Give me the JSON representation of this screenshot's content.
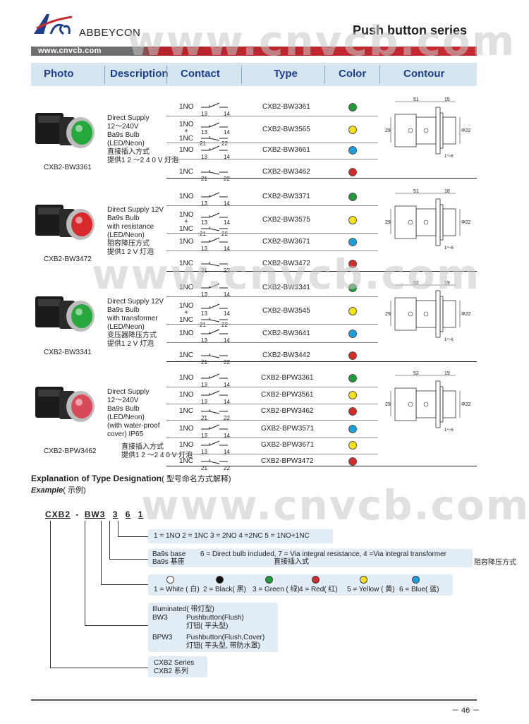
{
  "header": {
    "brand": "ABBEYCON",
    "title": "Push button series",
    "website": "www.cnvcb.com",
    "watermark": "www.cnvcb.com"
  },
  "columns": [
    "Photo",
    "Description",
    "Contact",
    "Type",
    "Color",
    "Contour"
  ],
  "colors": {
    "green": "#1f9a3a",
    "yellow": "#f5e21b",
    "blue": "#1aa0dc",
    "red": "#d42a2a",
    "white": "#ffffff",
    "black": "#111111",
    "header_bg": "#d5e6f0",
    "header_text": "#1d3f8d",
    "brand_red": "#c62a31"
  },
  "groups": [
    {
      "caption": "CXB2-BW3361",
      "desc": [
        "Direct Supply",
        "12～240V",
        "Ba9s Bulb",
        "(LED/Neon)",
        "直接插入方式",
        "提供1 2 ～2 4 0 V 灯泡"
      ],
      "rows": [
        {
          "contact": "1NO",
          "nums": [
            "13",
            "14"
          ],
          "type": "CXB2-BW3361",
          "color": "green"
        },
        {
          "contact": "1NO + 1NC",
          "nums": [
            "13",
            "14",
            "21",
            "22"
          ],
          "type": "CXB2-BW3565",
          "color": "yellow"
        },
        {
          "contact": "1NO",
          "nums": [
            "13",
            "14"
          ],
          "type": "CXB2-BW3661",
          "color": "blue"
        },
        {
          "contact": "1NC",
          "nums": [
            "21",
            "22"
          ],
          "type": "CXB2-BW3462",
          "color": "red"
        }
      ],
      "contour": {
        "a": "51",
        "b": "15",
        "h": "29",
        "d": "Φ22",
        "t": "1～6"
      }
    },
    {
      "caption": "CXB2-BW3472",
      "desc": [
        "Direct Supply 12V",
        "Ba9s Bulb",
        "with resistance",
        "(LED/Neon)",
        "阻容降压方式",
        "提供1 2 V 灯泡"
      ],
      "rows": [
        {
          "contact": "1NO",
          "nums": [
            "13",
            "14"
          ],
          "type": "CXB2-BW3371",
          "color": "green"
        },
        {
          "contact": "1NO + 1NC",
          "nums": [
            "13",
            "14",
            "21",
            "22"
          ],
          "type": "CXB2-BW3575",
          "color": "yellow"
        },
        {
          "contact": "1NO",
          "nums": [
            "13",
            "14"
          ],
          "type": "CXB2-BW3671",
          "color": "blue"
        },
        {
          "contact": "1NC",
          "nums": [
            "21",
            "22"
          ],
          "type": "CXB2-BW3472",
          "color": "red"
        }
      ],
      "contour": {
        "a": "51",
        "b": "18",
        "h": "29",
        "d": "Φ22",
        "t": "1～6"
      }
    },
    {
      "caption": "CXB2-BW3341",
      "desc": [
        "Direct Supply 12V",
        "Ba9s Bulb",
        "with transformer",
        "(LED/Neon)",
        "变压器降压方式",
        "提供1 2 V 灯泡"
      ],
      "rows": [
        {
          "contact": "1NO",
          "nums": [
            "13",
            "14"
          ],
          "type": "CXB2-BW3341",
          "color": "green"
        },
        {
          "contact": "1NO + 1NC",
          "nums": [
            "13",
            "14",
            "21",
            "22"
          ],
          "type": "CXB2-BW3545",
          "color": "yellow"
        },
        {
          "contact": "1NO",
          "nums": [
            "13",
            "14"
          ],
          "type": "CXB2-BW3641",
          "color": "blue"
        },
        {
          "contact": "1NC",
          "nums": [
            "21",
            "22"
          ],
          "type": "CXB2-BW3442",
          "color": "red"
        }
      ],
      "contour": {
        "a": "52",
        "b": "19",
        "h": "29",
        "d": "Φ22",
        "t": "1～6"
      }
    },
    {
      "caption": "CXB2-BPW3462",
      "desc": [
        "Direct Supply",
        "12～240V",
        "Ba9s Bulb",
        "(LED/Neon)",
        "(with water-proof",
        "cover) IP65",
        "直接插入方式",
        "提供1 2 ～2 4 0 V 灯泡"
      ],
      "rows": [
        {
          "contact": "1NO",
          "nums": [
            "13",
            "14"
          ],
          "type": "CXB2-BPW3361",
          "color": "green"
        },
        {
          "contact": "1NO",
          "nums": [
            "13",
            "14"
          ],
          "type": "CXB2-BPW3561",
          "color": "yellow"
        },
        {
          "contact": "1NC",
          "nums": [
            "21",
            "22"
          ],
          "type": "CXB2-BPW3462",
          "color": "red"
        },
        {
          "contact": "1NO",
          "nums": [
            "13",
            "14"
          ],
          "type": "GXB2-BPW3571",
          "color": "blue"
        },
        {
          "contact": "1NO",
          "nums": [
            "13",
            "14"
          ],
          "type": "GXB2-BPW3671",
          "color": "yellow"
        },
        {
          "contact": "1NC",
          "nums": [
            "21",
            "22"
          ],
          "type": "CXB2-BPW3472",
          "color": "red"
        }
      ],
      "contour": {
        "a": "52",
        "b": "19",
        "h": "29",
        "d": "Φ22",
        "t": "1～6"
      }
    }
  ],
  "explanation": {
    "title": "Explanation of Type Designation",
    "title_cn": "( 型号命名方式解释)",
    "example": "Example",
    "example_cn": "( 示例)",
    "code": [
      "CXB2",
      "-",
      "BW3",
      "3",
      "6",
      "1"
    ],
    "contact_line": "1 = 1NO   2 = 1NC  3 = 2NO 4 =2NC 5 = 1NO+1NC",
    "base_label": "Ba9s base",
    "base_label_cn": "Ba9s 基座",
    "base_text": "6 = Direct bulb included, 7 = Via integral resistance, 4 =Via integral transformer",
    "base_text_cn": "直接插入式",
    "base_text_cn2": "阻容降压方式",
    "color_line": "1 = White  ( 白)2 = Black(  黑)3 =  Green  ( 绿)4 = Red(  红)5 = Yellow  ( 黄)6 = Blue(  蓝)",
    "color_items": [
      {
        "text": "1 = White ( 白)",
        "color": "white"
      },
      {
        "text": "2 = Black( 黑)",
        "color": "black"
      },
      {
        "text": "3 = Green ( 绿)",
        "color": "green"
      },
      {
        "text": "4 = Red( 红)",
        "color": "red"
      },
      {
        "text": "5 = Yellow ( 黄)",
        "color": "yellow"
      },
      {
        "text": "6 = Blue( 蓝)",
        "color": "blue"
      }
    ],
    "illuminated": "Illuminated",
    "illuminated_cn": "( 带灯型)",
    "bw3": "BW3",
    "bw3_desc": "Pushbutton(Flush)",
    "bw3_cn": "灯钮( 平头型)",
    "bpw3": "BPW3",
    "bpw3_desc": "Pushbutton(Flush,Cover)",
    "bpw3_cn": "灯钮( 平头型, 带防水罩)",
    "series": "CXB2 Series",
    "series_cn": "CXB2 系列"
  },
  "footer": {
    "page": "－ 46 －"
  }
}
